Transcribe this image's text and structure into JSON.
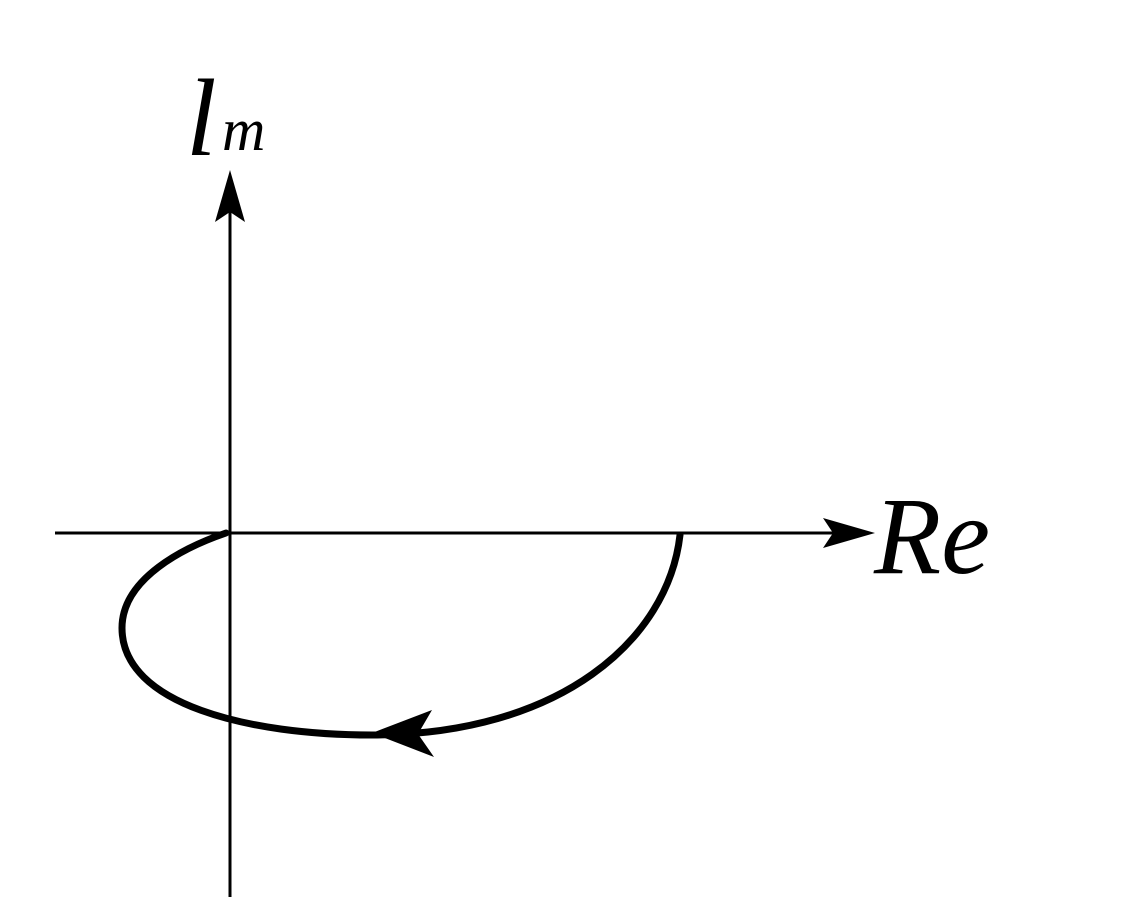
{
  "diagram": {
    "type": "nyquist-plot",
    "y_axis": {
      "label_main": "l",
      "label_sub": "m"
    },
    "x_axis": {
      "label": "Re"
    },
    "colors": {
      "stroke": "#000000",
      "background": "#ffffff"
    }
  }
}
